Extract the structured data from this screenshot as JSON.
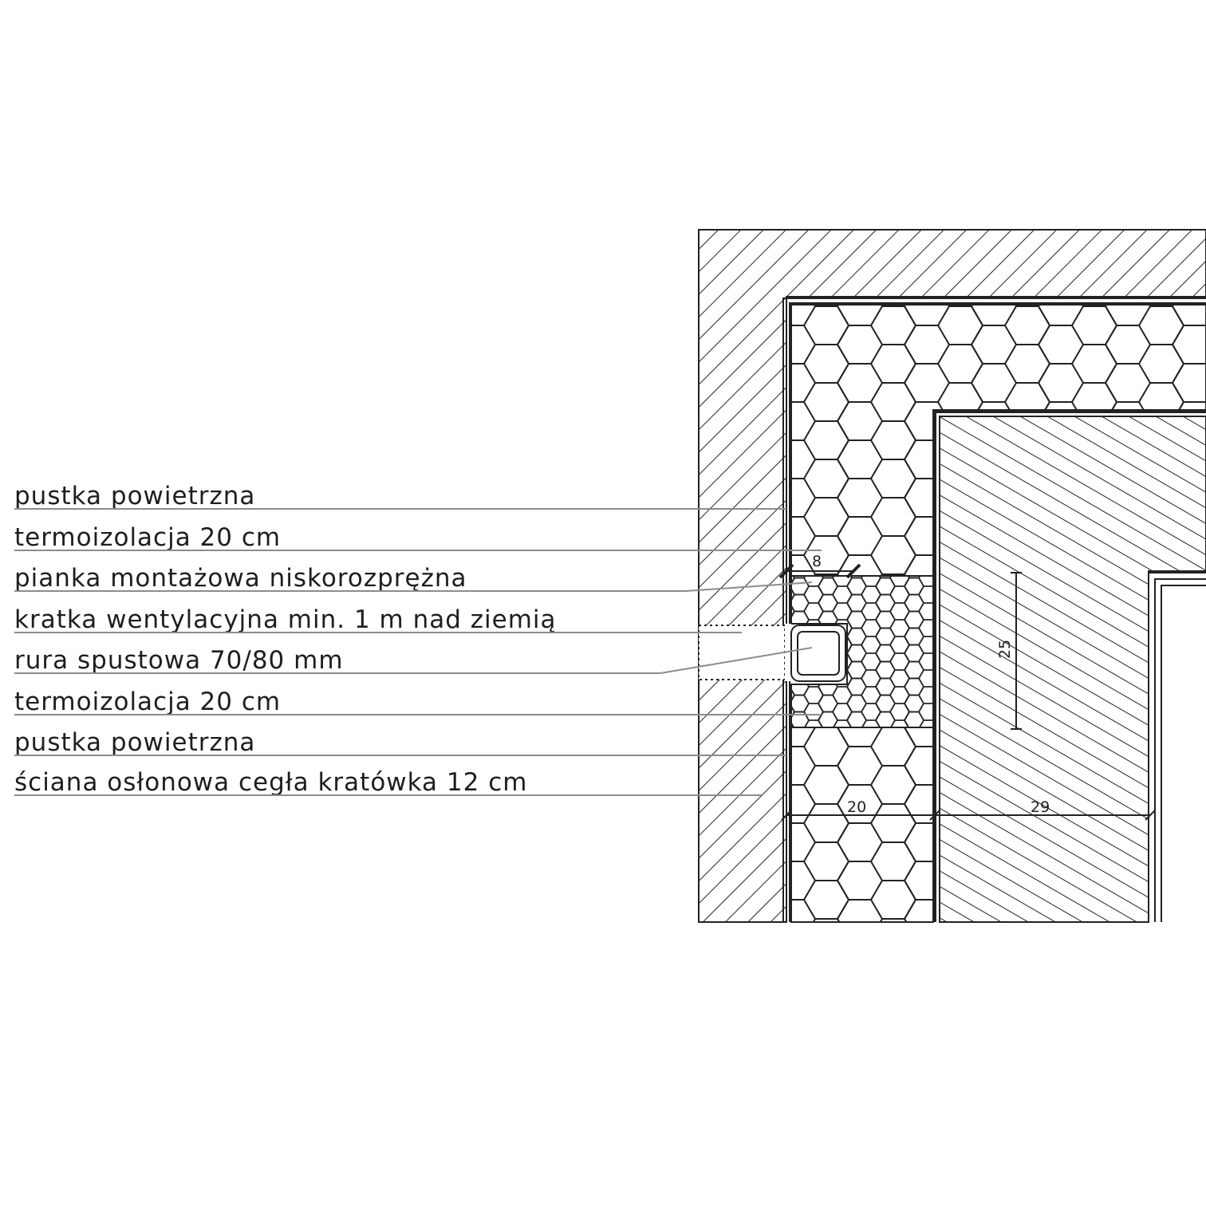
{
  "labels": [
    "pustka powietrzna",
    "termoizolacja 20 cm",
    "pianka montażowa niskorozprężna",
    "kratka wentylacyjna min. 1 m nad ziemią",
    "rura spustowa 70/80 mm",
    "termoizolacja 20 cm",
    "pustka powietrzna",
    "ściana osłonowa cegła kratówka 12 cm"
  ],
  "dimensions": {
    "foam_width": "8",
    "insulation_width": "20",
    "wall_width": "29",
    "opening_height": "25"
  },
  "colors": {
    "line": "#222222",
    "leader": "#8c8c8c",
    "text": "#1e1e1e"
  }
}
